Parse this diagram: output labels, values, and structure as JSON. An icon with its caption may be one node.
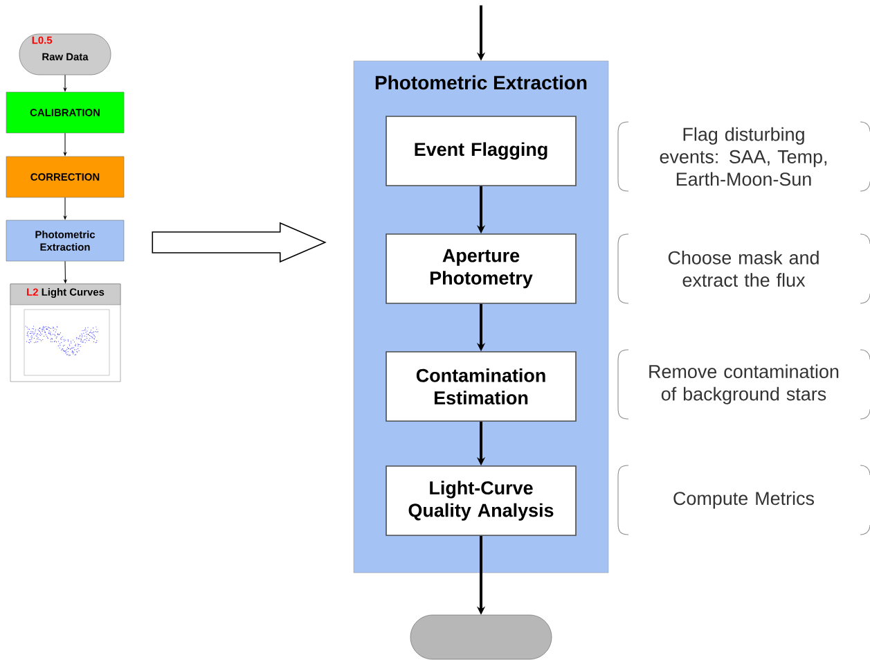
{
  "diagram": {
    "nodes": [
      {
        "text": [
          "L0.5",
          "Raw Data"
        ]
      },
      {
        "text": [
          "CALIBRATION"
        ]
      },
      {
        "text": [
          "CORRECTION"
        ]
      },
      {
        "text": [
          "Photometric Extraction"
        ]
      },
      {
        "text": [
          "L2",
          "Light Curves"
        ]
      },
      {
        "text": [
          "Photometric Extraction"
        ]
      },
      {
        "text": [
          "Event Flagging"
        ],
        "in": 5
      },
      {
        "text": [
          "Aperture Photometry"
        ],
        "in": 5
      },
      {
        "text": [
          "Contamination Estimation"
        ],
        "in": 5
      },
      {
        "text": [
          "Light-Curve Quality Analysis"
        ],
        "in": 5
      },
      {
        "text": [],
        "shape": "capsule"
      },
      {
        "text": [
          "Flag disturbing events: SAA, Temp, Earth-Moon-Sun"
        ]
      },
      {
        "text": [
          "Choose mask and extract the flux"
        ]
      },
      {
        "text": [
          "Remove contamination of background stars"
        ]
      },
      {
        "text": [
          "Compute Metrics"
        ]
      }
    ],
    "edges": [
      {
        "from": 0,
        "to": 1,
        "arrow": "to"
      },
      {
        "from": 1,
        "to": 2,
        "arrow": "to"
      },
      {
        "from": 2,
        "to": 3,
        "arrow": "to"
      },
      {
        "from": 3,
        "to": 4,
        "arrow": "to"
      },
      {
        "from": 3,
        "to": 5,
        "arrow": "to"
      },
      {
        "from": null,
        "to": 5,
        "arrow": "to"
      },
      {
        "from": 6,
        "to": 7,
        "arrow": "to"
      },
      {
        "from": 7,
        "to": 8,
        "arrow": "to"
      },
      {
        "from": 8,
        "to": 9,
        "arrow": "to"
      },
      {
        "from": 9,
        "to": 10,
        "arrow": "to"
      }
    ]
  }
}
